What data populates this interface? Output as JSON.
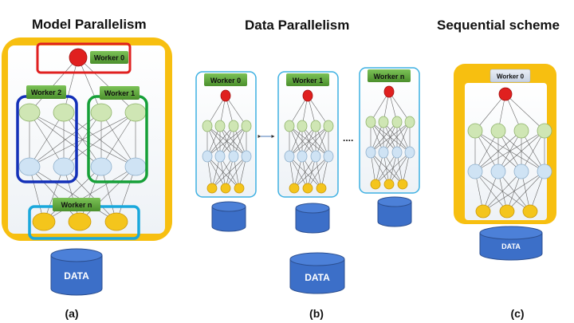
{
  "titles": {
    "model": "Model Parallelism",
    "data": "Data Parallelism",
    "sequential": "Sequential scheme"
  },
  "captions": {
    "a": "(a)",
    "b": "(b)",
    "c": "(c)"
  },
  "model_parallelism": {
    "workers": [
      "Worker 0",
      "Worker 2",
      "Worker 1",
      "Worker n"
    ],
    "storage_label": "DATA"
  },
  "data_parallelism": {
    "workers": [
      "Worker 0",
      "Worker 1",
      "Worker n"
    ],
    "ellipsis": "....",
    "storage_label": "DATA"
  },
  "sequential_scheme": {
    "worker": "Worker 0",
    "storage_label": "DATA"
  },
  "colors": {
    "output_node": "#e0201f",
    "hidden1_node": "#cfe6b4",
    "hidden2_node": "#cfe3f4",
    "input_node": "#f4c51c",
    "frame_yellow": "#f7bf10",
    "box_red": "#e02020",
    "box_blue": "#1330b8",
    "box_green": "#16a038",
    "box_cyan": "#1aa8dc",
    "worker_green": "#5fa83a",
    "cylinder_blue": "#3c6fc8"
  }
}
